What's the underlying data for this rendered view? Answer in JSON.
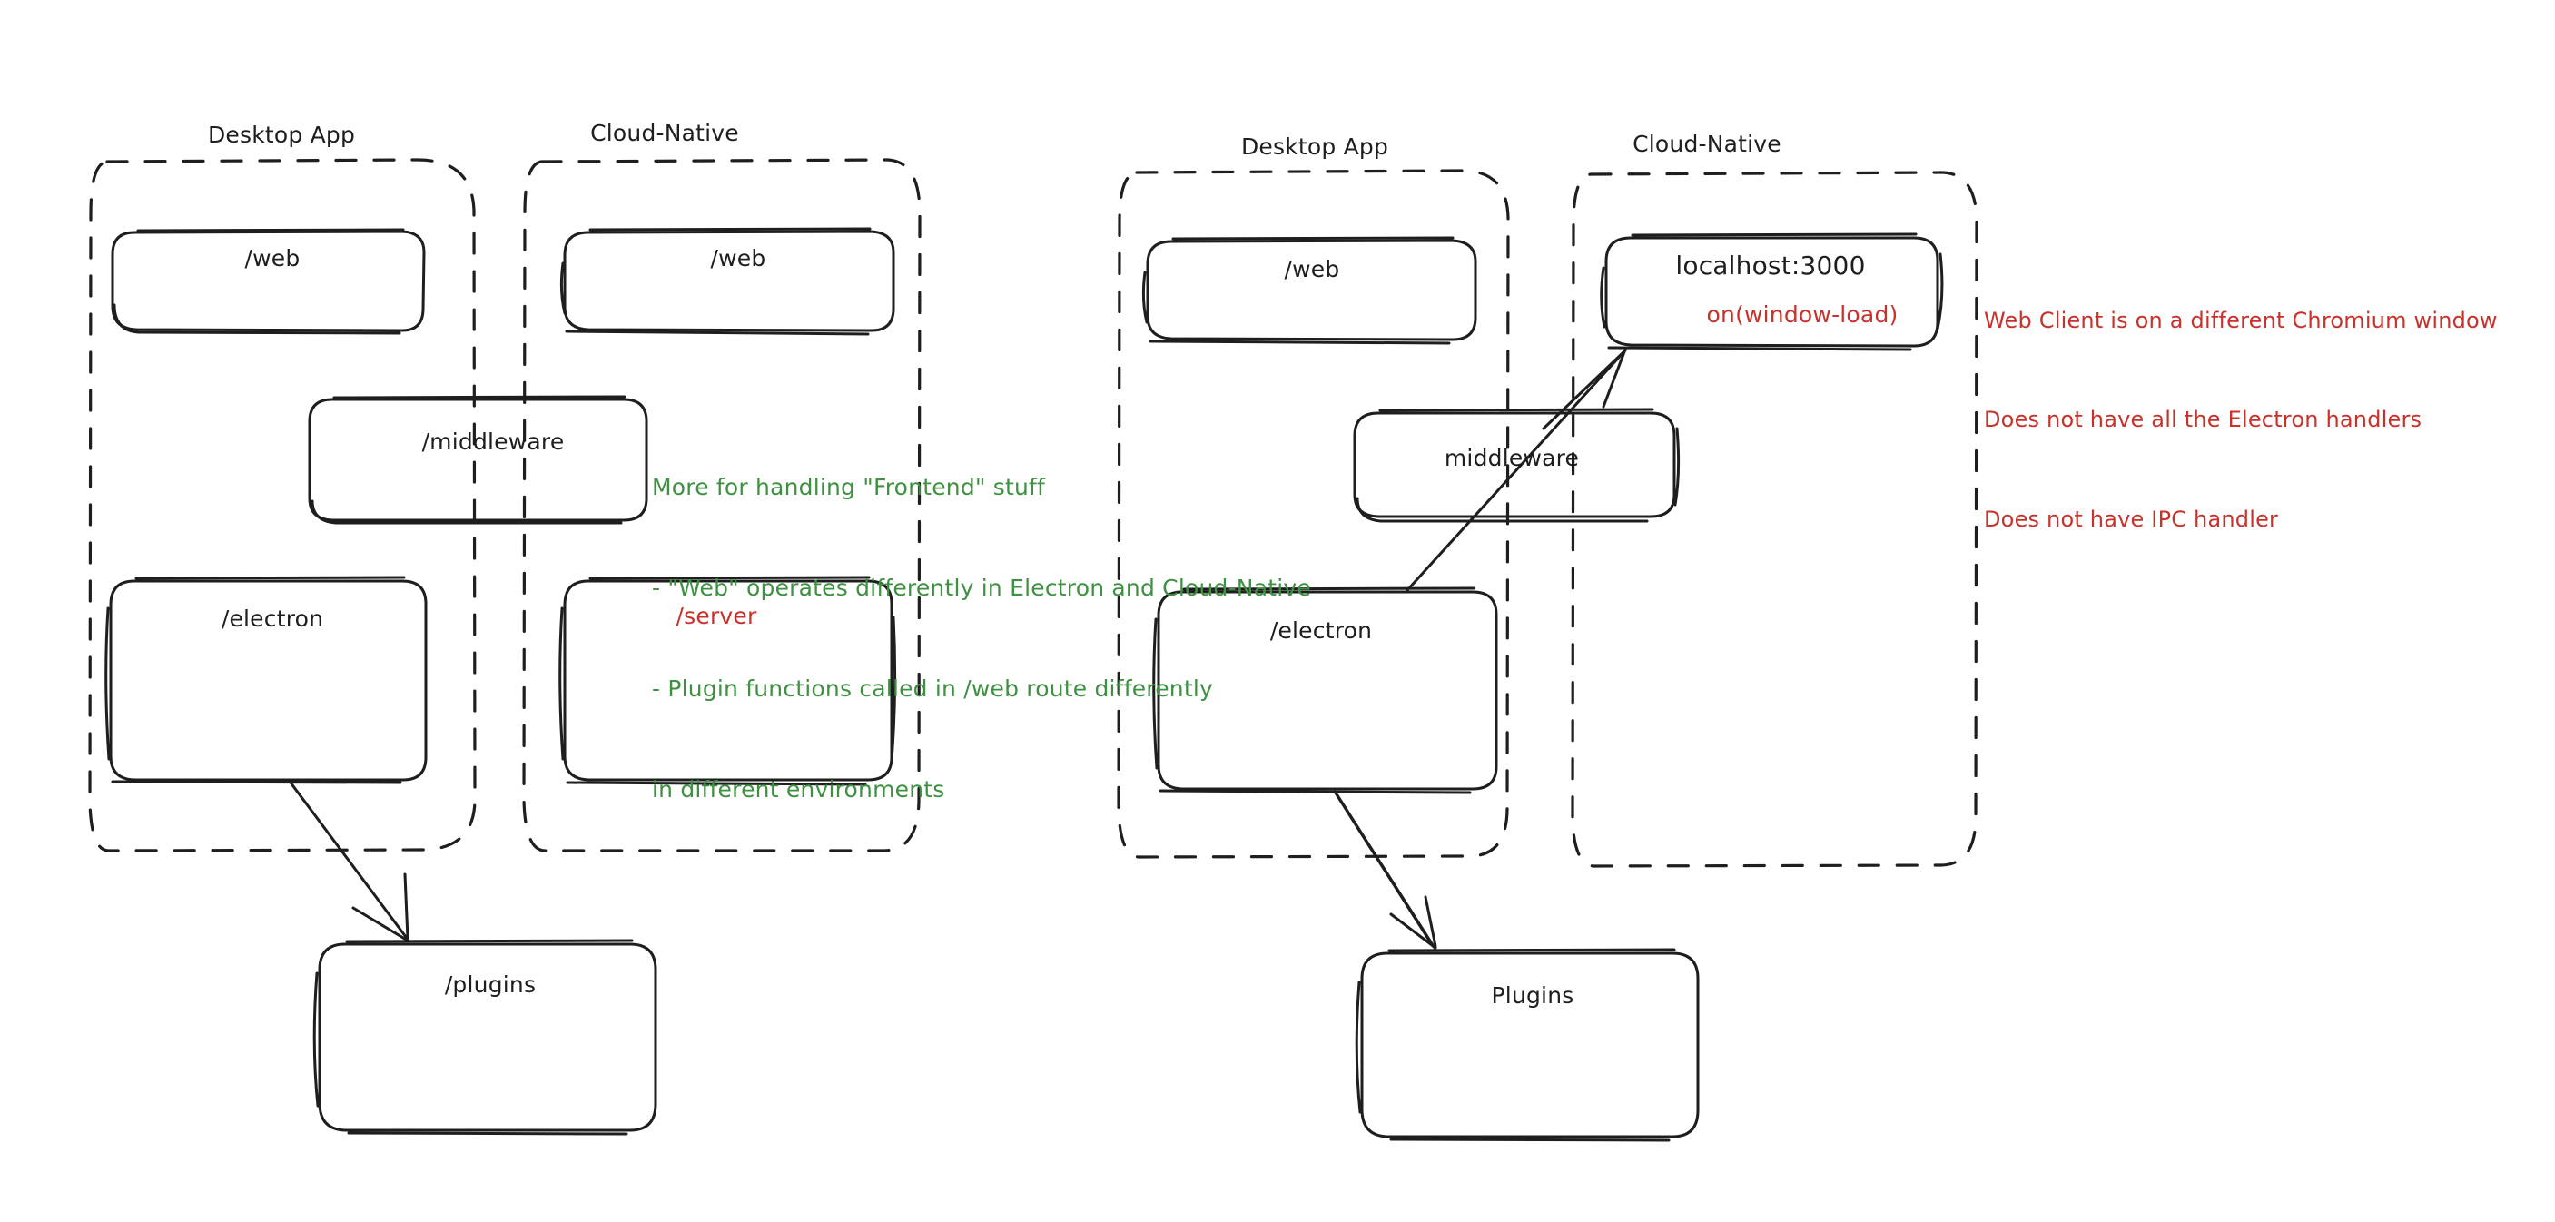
{
  "diagram": {
    "title": "Desktop App vs Cloud-Native architecture sketch",
    "style": "hand-drawn",
    "colors": {
      "stroke": "#1e1e1e",
      "background": "#ffffff",
      "red": "#c8322b",
      "green": "#3f9142"
    }
  },
  "left_diagram": {
    "groups": [
      {
        "id": "left-desktop",
        "title": "Desktop App"
      },
      {
        "id": "left-cloud",
        "title": "Cloud-Native"
      }
    ],
    "boxes": [
      {
        "id": "left-desktop-web",
        "label": "/web"
      },
      {
        "id": "left-cloud-web",
        "label": "/web"
      },
      {
        "id": "left-middleware",
        "label": "/middleware"
      },
      {
        "id": "left-electron",
        "label": "/electron"
      },
      {
        "id": "left-server",
        "label": "/server"
      },
      {
        "id": "left-plugins",
        "label": "/plugins"
      }
    ],
    "note_green": {
      "lines": [
        "More for handling \"Frontend\" stuff",
        "- \"Web\" operates differently in Electron and Cloud-Native",
        "- Plugin functions called in /web route differently",
        "in different environments"
      ]
    },
    "arrows": [
      {
        "id": "left-electron-to-plugins",
        "from": "/electron",
        "to": "/plugins"
      }
    ]
  },
  "right_diagram": {
    "groups": [
      {
        "id": "right-desktop",
        "title": "Desktop App"
      },
      {
        "id": "right-cloud",
        "title": "Cloud-Native"
      }
    ],
    "boxes": [
      {
        "id": "right-desktop-web",
        "label": "/web"
      },
      {
        "id": "right-localhost",
        "label": "localhost:3000",
        "sublabel": "on(window-load)"
      },
      {
        "id": "right-middleware",
        "label": "middleware"
      },
      {
        "id": "right-electron",
        "label": "/electron"
      },
      {
        "id": "right-plugins",
        "label": "Plugins"
      }
    ],
    "note_red": {
      "lines": [
        "Web Client is on a different Chromium window",
        "Does not have all the Electron handlers",
        "Does not have IPC handler"
      ]
    },
    "arrows": [
      {
        "id": "right-electron-to-localhost",
        "from": "/electron",
        "to": "localhost:3000"
      },
      {
        "id": "right-electron-to-plugins",
        "from": "/electron",
        "to": "Plugins"
      }
    ]
  }
}
